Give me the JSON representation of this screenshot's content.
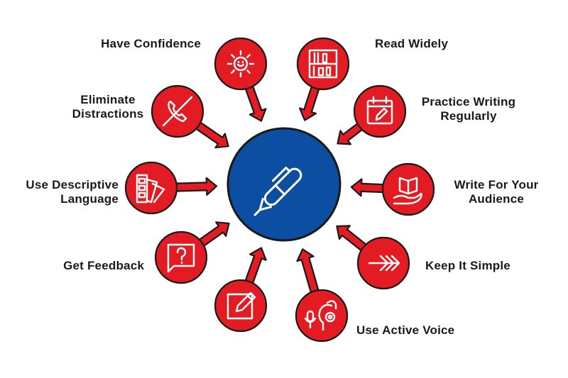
{
  "colors": {
    "accent_red": "#e31b23",
    "center_blue": "#0b4ea2",
    "outline": "#1a1a1a",
    "text": "#1a1a1a"
  },
  "center": {
    "icon": "pen-icon"
  },
  "items": [
    {
      "id": "have-confidence",
      "lines": [
        "Have Confidence"
      ],
      "icon": "smiling-sun-icon"
    },
    {
      "id": "read-widely",
      "lines": [
        "Read Widely"
      ],
      "icon": "bookshelf-icon"
    },
    {
      "id": "practice-writing",
      "lines": [
        "Practice Writing",
        "Regularly"
      ],
      "icon": "calendar-pencil-icon"
    },
    {
      "id": "write-for-audience",
      "lines": [
        "Write For Your",
        "Audience"
      ],
      "icon": "book-in-hand-icon"
    },
    {
      "id": "keep-it-simple",
      "lines": [
        "Keep It Simple"
      ],
      "icon": "arrow-fletching-icon"
    },
    {
      "id": "use-active-voice",
      "lines": [
        "Use Active Voice"
      ],
      "icon": "microphone-speaker-icon"
    },
    {
      "id": "write",
      "lines": [],
      "icon": "notepad-pencil-icon"
    },
    {
      "id": "get-feedback",
      "lines": [
        "Get Feedback"
      ],
      "icon": "question-bubble-icon"
    },
    {
      "id": "descriptive-language",
      "lines": [
        "Use Descriptive",
        "Language"
      ],
      "icon": "color-swatches-icon"
    },
    {
      "id": "eliminate-distractions",
      "lines": [
        "Eliminate",
        "Distractions"
      ],
      "icon": "no-phone-icon"
    }
  ]
}
